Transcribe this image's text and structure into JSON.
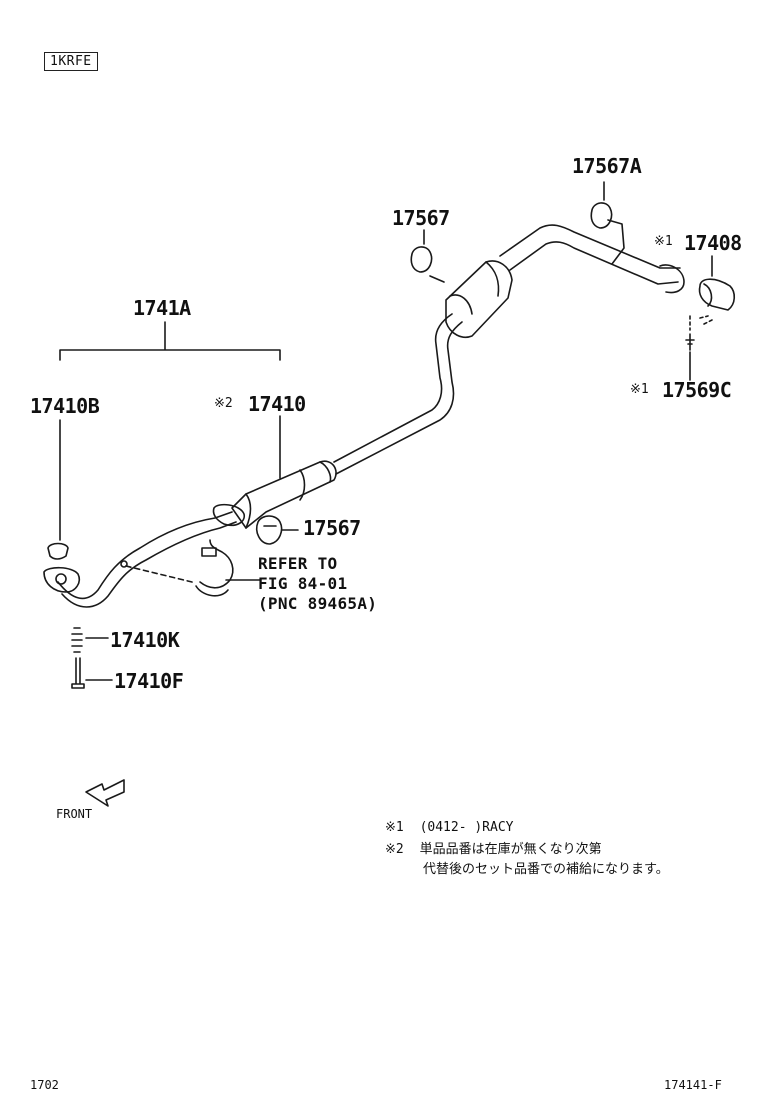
{
  "engine_code": "1KRFE",
  "parts": {
    "p_1741A": "1741A",
    "p_17410B": "17410B",
    "p_17410": "17410",
    "p_17410K": "17410K",
    "p_17410F": "17410F",
    "p_17567_a": "17567",
    "p_17567_b": "17567",
    "p_17567A": "17567A",
    "p_17408": "17408",
    "p_17569C": "17569C"
  },
  "marks": {
    "m1": "※1",
    "m2": "※2"
  },
  "refer": {
    "line1": "REFER TO",
    "line2": "FIG 84-01",
    "line3": "(PNC 89465A)"
  },
  "front_label": "FRONT",
  "notes": {
    "n1_mark": "※1",
    "n1_text": "(0412-     )RACY",
    "n2_mark": "※2",
    "n2_line1": "単品品番は在庫が無くなり次第",
    "n2_line2": "代替後のセット品番での補給になります。"
  },
  "footer": {
    "left": "1702",
    "right": "174141-F"
  }
}
